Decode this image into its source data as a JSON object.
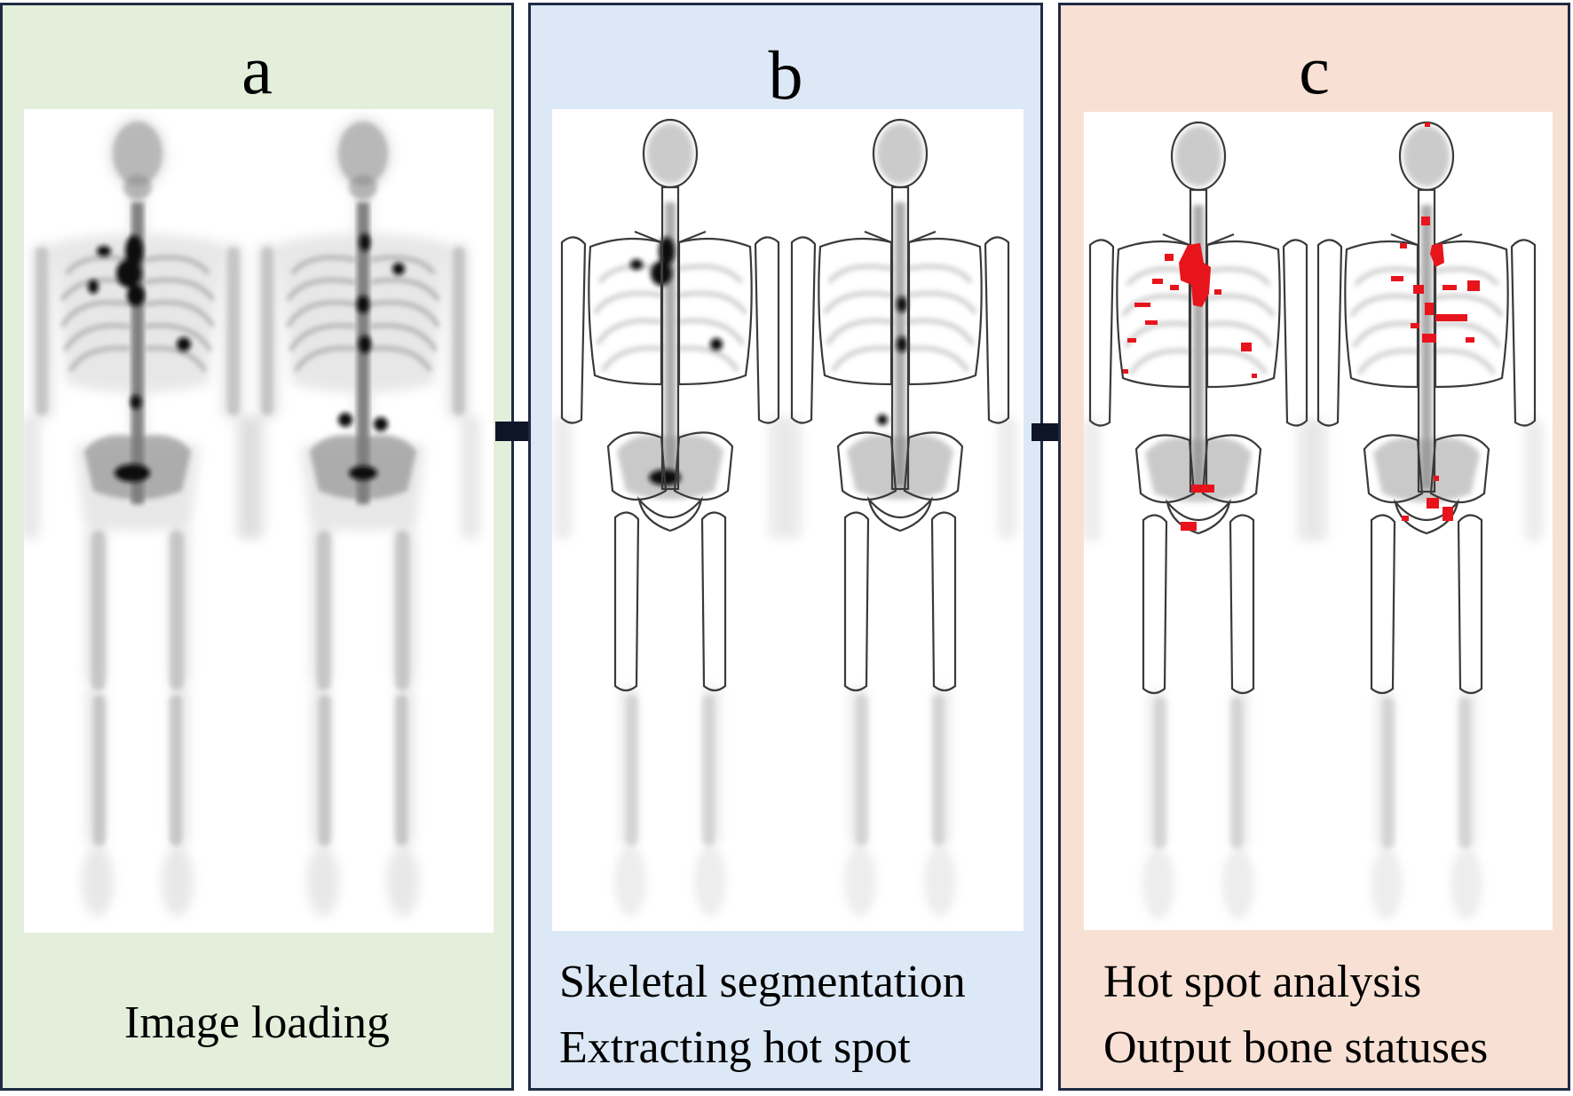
{
  "panels": [
    {
      "letter": "a",
      "captions": [
        "Image loading"
      ],
      "background": "#e3eedb",
      "views": [
        "anterior",
        "posterior"
      ],
      "segmentation_outline": false,
      "hot_spots_highlighted": false
    },
    {
      "letter": "b",
      "captions": [
        "Skeletal segmentation",
        "Extracting hot spot"
      ],
      "background": "#dce8f5",
      "views": [
        "anterior",
        "posterior"
      ],
      "segmentation_outline": true,
      "hot_spots_highlighted": false
    },
    {
      "letter": "c",
      "captions": [
        "Hot spot analysis",
        "Output bone statuses"
      ],
      "background": "#f8e1d4",
      "views": [
        "anterior",
        "posterior"
      ],
      "segmentation_outline": true,
      "hot_spots_highlighted": true
    }
  ],
  "arrows": [
    {
      "from": "a",
      "to": "b",
      "icon": "right-arrow-icon"
    },
    {
      "from": "b",
      "to": "c",
      "icon": "right-arrow-icon"
    }
  ],
  "colors": {
    "border": "#1f2a44",
    "hot_spot": "#e8141c",
    "outline": "#3a3a3a",
    "uptake": "#111111"
  }
}
